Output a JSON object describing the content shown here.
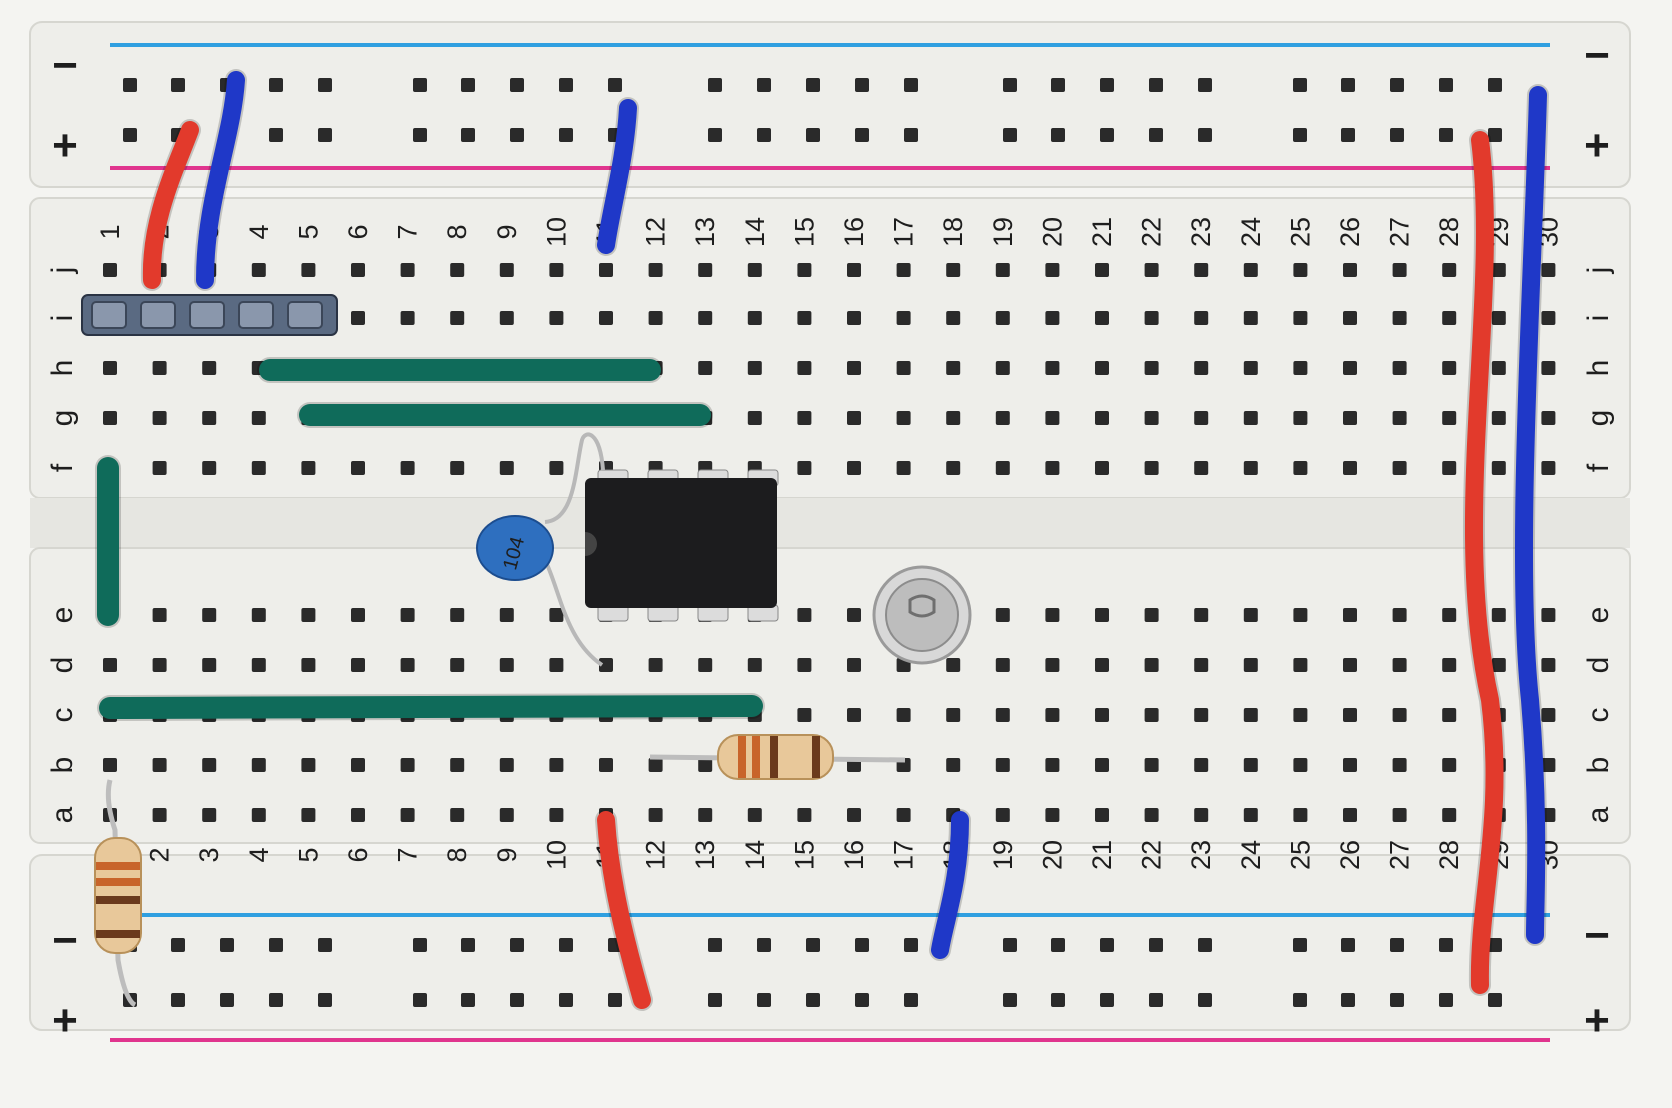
{
  "rail_signs": {
    "minus": "−",
    "plus": "+"
  },
  "row_letters_top": [
    "j",
    "i",
    "h",
    "g",
    "f"
  ],
  "row_letters_bottom": [
    "e",
    "d",
    "c",
    "b",
    "a"
  ],
  "column_numbers": [
    "1",
    "2",
    "3",
    "4",
    "5",
    "6",
    "7",
    "8",
    "9",
    "10",
    "11",
    "12",
    "13",
    "14",
    "15",
    "16",
    "17",
    "18",
    "19",
    "20",
    "21",
    "22",
    "23",
    "24",
    "25",
    "26",
    "27",
    "28",
    "29",
    "30"
  ],
  "capacitor_code": "104",
  "colors": {
    "board": "#eeeeea",
    "hole": "#2a2a2a",
    "rail_blue": "#2f9fe0",
    "rail_red": "#e0358e",
    "wire_red": "#e23a2c",
    "wire_blue": "#1f38c8",
    "wire_green": "#0f6b5a",
    "chip": "#1c1c1e",
    "capacitor": "#2e6fbf",
    "resistor_body": "#e8c89a"
  }
}
